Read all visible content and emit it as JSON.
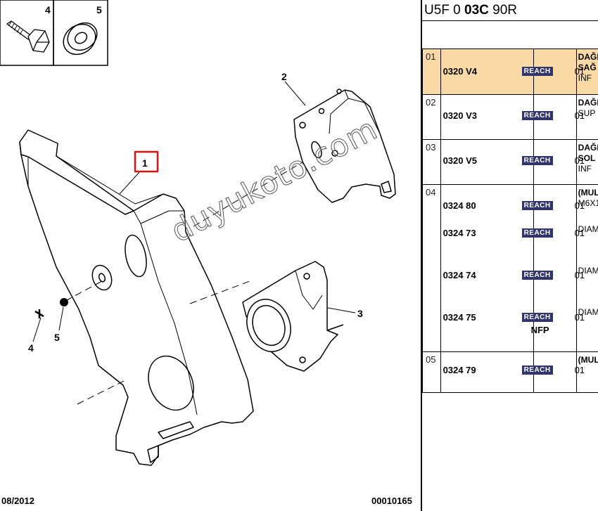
{
  "header": {
    "code_prefix": "U5F 0 ",
    "code_bold": "03C",
    "code_suffix": " 90R"
  },
  "footer": {
    "date": "08/2012",
    "ref": "00010165"
  },
  "watermark": "duyukoto.com",
  "callouts": {
    "c1": "1",
    "c2": "2",
    "c3": "3",
    "c4": "4",
    "c5": "5",
    "c4b": "4",
    "c5b": "5"
  },
  "badge": "REACH",
  "rows": [
    {
      "idx": "01",
      "ref": "0320 V4",
      "qty": "01",
      "desc": [
        "DAĞIT",
        "SAĞ",
        "INF"
      ]
    },
    {
      "idx": "02",
      "ref": "0320 V3",
      "qty": "01",
      "desc": [
        "DAĞIT",
        "SUP"
      ]
    },
    {
      "idx": "03",
      "ref": "0320 V5",
      "qty": "01",
      "desc": [
        "DAĞIT",
        "SOL",
        "INF"
      ]
    },
    {
      "idx": "04",
      "items": [
        {
          "ref": "0324 80",
          "qty": "01",
          "desc": [
            "(MUL)",
            "M6X1"
          ]
        },
        {
          "ref": "0324 73",
          "qty": "01",
          "desc": [
            "DIAM"
          ]
        },
        {
          "ref": "0324 74",
          "qty": "01",
          "desc": [
            "DIAM"
          ]
        },
        {
          "ref": "0324 75",
          "qty": "01",
          "desc": [
            "DIAM"
          ],
          "note": "NFP"
        }
      ]
    },
    {
      "idx": "05",
      "ref": "0324 79",
      "qty": "01",
      "desc": [
        "(MUL)"
      ]
    }
  ]
}
